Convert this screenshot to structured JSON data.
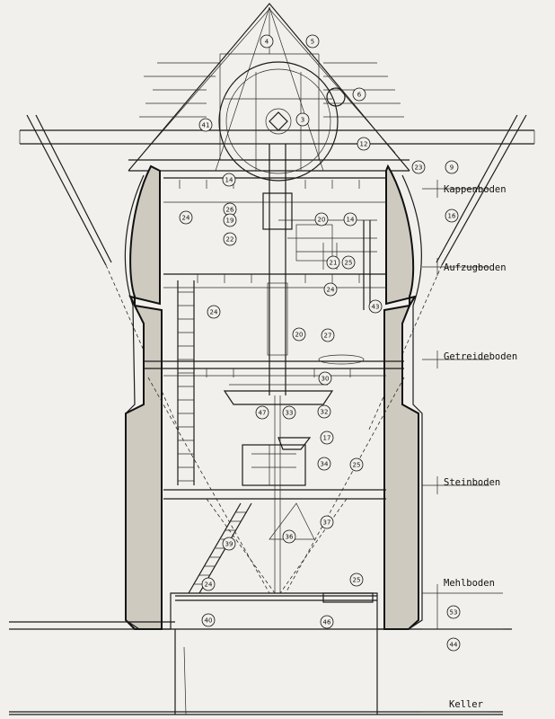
{
  "floors": [
    {
      "id": "kappenboden",
      "label": "Kappenboden"
    },
    {
      "id": "aufzugboden",
      "label": "Aufzugboden"
    },
    {
      "id": "getreideboden",
      "label": "Getreideboden"
    },
    {
      "id": "steinboden",
      "label": "Steinboden"
    },
    {
      "id": "mehlboden",
      "label": "Mehlboden"
    },
    {
      "id": "keller",
      "label": "Keller"
    }
  ],
  "callouts": [
    {
      "id": "c4",
      "label": "4"
    },
    {
      "id": "c5",
      "label": "5"
    },
    {
      "id": "c6",
      "label": "6"
    },
    {
      "id": "c3",
      "label": "3"
    },
    {
      "id": "c41",
      "label": "41"
    },
    {
      "id": "c12",
      "label": "12"
    },
    {
      "id": "c23",
      "label": "23"
    },
    {
      "id": "c9",
      "label": "9"
    },
    {
      "id": "c16",
      "label": "16"
    },
    {
      "id": "c14a",
      "label": "14"
    },
    {
      "id": "c26",
      "label": "26"
    },
    {
      "id": "c24a",
      "label": "24"
    },
    {
      "id": "c19",
      "label": "19"
    },
    {
      "id": "c20a",
      "label": "20"
    },
    {
      "id": "c14b",
      "label": "14"
    },
    {
      "id": "c22",
      "label": "22"
    },
    {
      "id": "c21",
      "label": "21"
    },
    {
      "id": "c25a",
      "label": "25"
    },
    {
      "id": "c24b",
      "label": "24"
    },
    {
      "id": "c43",
      "label": "43"
    },
    {
      "id": "c24c",
      "label": "24"
    },
    {
      "id": "c20b",
      "label": "20"
    },
    {
      "id": "c27a",
      "label": "27"
    },
    {
      "id": "c30",
      "label": "30"
    },
    {
      "id": "c47",
      "label": "47"
    },
    {
      "id": "c33",
      "label": "33"
    },
    {
      "id": "c32",
      "label": "32"
    },
    {
      "id": "c17",
      "label": "17"
    },
    {
      "id": "c34",
      "label": "34"
    },
    {
      "id": "c25b",
      "label": "25"
    },
    {
      "id": "c37",
      "label": "37"
    },
    {
      "id": "c36",
      "label": "36"
    },
    {
      "id": "c39",
      "label": "39"
    },
    {
      "id": "c24d",
      "label": "24"
    },
    {
      "id": "c25c",
      "label": "25"
    },
    {
      "id": "c40",
      "label": "40"
    },
    {
      "id": "c46",
      "label": "46"
    },
    {
      "id": "c53",
      "label": "53"
    },
    {
      "id": "c44",
      "label": "44"
    }
  ]
}
